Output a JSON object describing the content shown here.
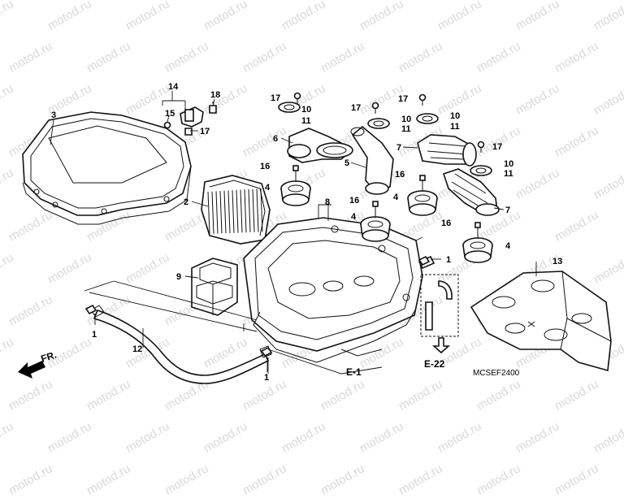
{
  "watermark": "motod.ru",
  "callouts": {
    "c1": "1",
    "c2": "2",
    "c3": "3",
    "c4": "4",
    "c5": "5",
    "c6": "6",
    "c7": "7",
    "c8": "8",
    "c9": "9",
    "c10": "10",
    "c11": "11",
    "c12": "12",
    "c13": "13",
    "c14": "14",
    "c15": "15",
    "c16": "16",
    "c17": "17",
    "c18": "18"
  },
  "refs": {
    "e1": "E-1",
    "e22": "E-22",
    "front": "FR."
  },
  "diagram_code": "MCSEF2400"
}
